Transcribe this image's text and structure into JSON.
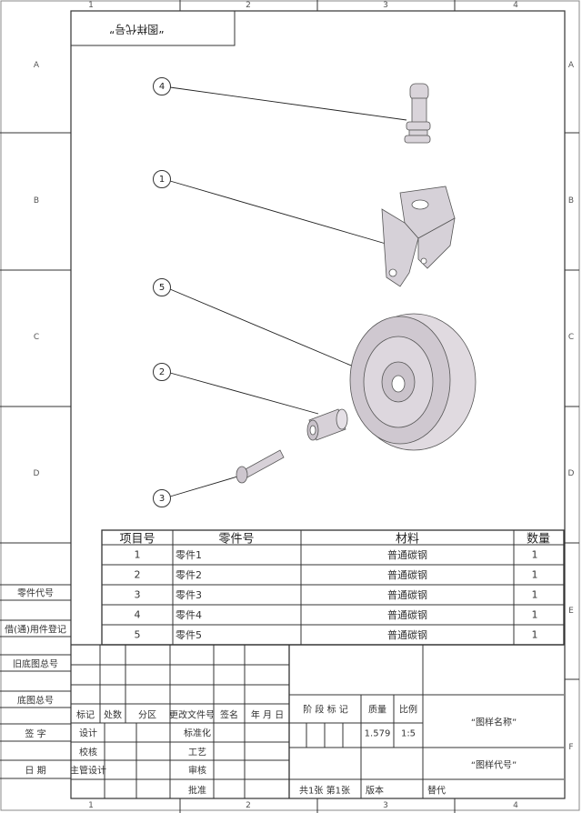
{
  "zones": {
    "columns": [
      "1",
      "2",
      "3",
      "4"
    ],
    "rows": [
      "A",
      "B",
      "C",
      "D",
      "E",
      "F"
    ]
  },
  "corner_code": "“图样代号”",
  "balloons": [
    "4",
    "1",
    "5",
    "2",
    "3"
  ],
  "parts_list": {
    "headers": [
      "项目号",
      "零件号",
      "材料",
      "数量"
    ],
    "rows": [
      [
        "1",
        "零件1",
        "普通碳钢",
        "1"
      ],
      [
        "2",
        "零件2",
        "普通碳钢",
        "1"
      ],
      [
        "3",
        "零件3",
        "普通碳钢",
        "1"
      ],
      [
        "4",
        "零件4",
        "普通碳钢",
        "1"
      ],
      [
        "5",
        "零件5",
        "普通碳钢",
        "1"
      ]
    ]
  },
  "side_column": [
    "零件代号",
    "借(通)用件登记",
    "旧底图总号",
    "底图总号",
    "签 字",
    "日 期"
  ],
  "title_block": {
    "rev_headers": [
      "标记",
      "处数",
      "分区",
      "更改文件号",
      "签名",
      "年 月 日"
    ],
    "roles_left": [
      "设计",
      "校核",
      "主管设计"
    ],
    "roles_mid": [
      "标准化",
      "工艺",
      "审核",
      "批准"
    ],
    "stage_label": "阶 段 标 记",
    "mass_label": "质量",
    "scale_label": "比例",
    "mass_value": "1.579",
    "scale_value": "1:5",
    "drawing_name": "“图样名称”",
    "drawing_code": "“图样代号”",
    "sheet_info": "共1张  第1张",
    "version_label": "版本",
    "replace_label": "替代"
  }
}
